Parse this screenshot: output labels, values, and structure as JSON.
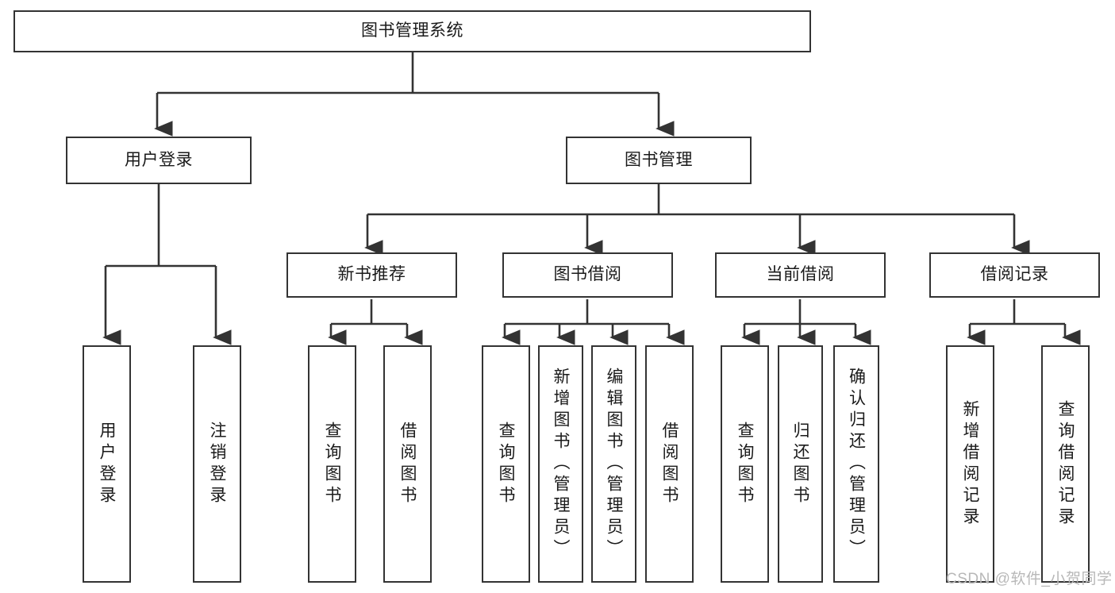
{
  "diagram": {
    "title": "图书管理系统",
    "type": "hierarchy-tree",
    "stroke_color": "#333333",
    "fill_color": "#ffffff",
    "text_color": "#1a1a1a"
  },
  "root": {
    "label": "图书管理系统"
  },
  "level2": [
    {
      "label": "用户登录"
    },
    {
      "label": "图书管理"
    }
  ],
  "level3": [
    {
      "label": "新书推荐"
    },
    {
      "label": "图书借阅"
    },
    {
      "label": "当前借阅"
    },
    {
      "label": "借阅记录"
    }
  ],
  "leaves": [
    {
      "label": "用户登录",
      "parent": "用户登录"
    },
    {
      "label": "注销登录",
      "parent": "用户登录"
    },
    {
      "label": "查询图书",
      "parent": "新书推荐"
    },
    {
      "label": "借阅图书",
      "parent": "新书推荐"
    },
    {
      "label": "查询图书",
      "parent": "图书借阅"
    },
    {
      "label": "新增图书（管理员）",
      "parent": "图书借阅"
    },
    {
      "label": "编辑图书（管理员）",
      "parent": "图书借阅"
    },
    {
      "label": "借阅图书",
      "parent": "图书借阅"
    },
    {
      "label": "查询图书",
      "parent": "当前借阅"
    },
    {
      "label": "归还图书",
      "parent": "当前借阅"
    },
    {
      "label": "确认归还（管理员）",
      "parent": "当前借阅"
    },
    {
      "label": "新增借阅记录",
      "parent": "借阅记录"
    },
    {
      "label": "查询借阅记录",
      "parent": "借阅记录"
    }
  ],
  "watermark": {
    "text": "CSDN @软件_小贺同学"
  }
}
